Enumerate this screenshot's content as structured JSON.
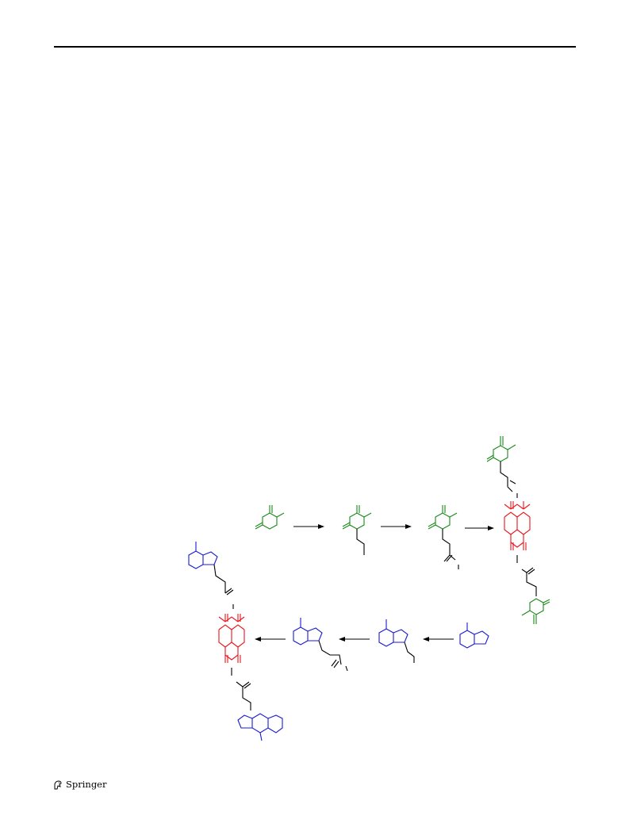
{
  "page": {
    "publisher_name": "Springer",
    "publisher_logo": "springer-horse-logo"
  },
  "scheme": {
    "colors": {
      "pyrimidine": "#1a8a1a",
      "purine": "#1a1ad6",
      "naphthalene_diimide": "#e8141a",
      "linker": "#000000"
    },
    "top_row": [
      "thymine",
      "n-alkyl-thymine",
      "n-alkyl-thymine-acid",
      "bis-thymine-naphthalene-diimide"
    ],
    "bottom_row": [
      "adenine",
      "n-alkyl-adenine",
      "n-alkyl-adenine-acid",
      "bis-adenine-naphthalene-diimide"
    ]
  }
}
